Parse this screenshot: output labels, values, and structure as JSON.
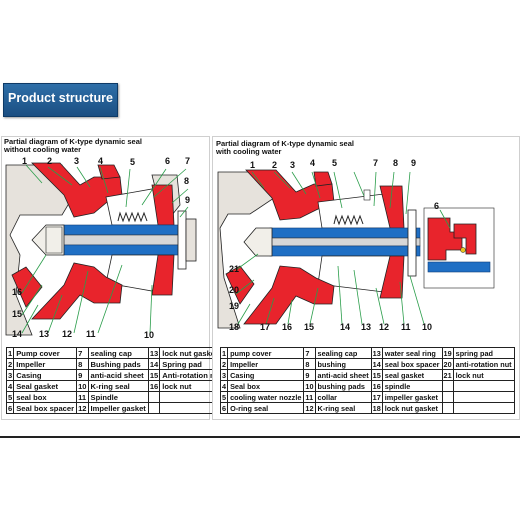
{
  "header": {
    "title": "Product structure"
  },
  "colors": {
    "casing_red": "#e8242c",
    "shaft_blue": "#1f6fc4",
    "leader_green": "#2a9d4a",
    "title_bg": "#1f5a91"
  },
  "left_panel": {
    "caption_line1": "Partial diagram of K-type dynamic seal",
    "caption_line2": "without cooling water",
    "callouts": [
      "1",
      "2",
      "3",
      "4",
      "5",
      "6",
      "7",
      "8",
      "9",
      "10",
      "11",
      "12",
      "13",
      "14",
      "15",
      "16"
    ],
    "legend": [
      [
        {
          "n": "1",
          "t": "Pump cover"
        },
        {
          "n": "7",
          "t": "sealing cap"
        },
        {
          "n": "13",
          "t": "lock nut gasket"
        }
      ],
      [
        {
          "n": "2",
          "t": "Impeller"
        },
        {
          "n": "8",
          "t": "Bushing pads"
        },
        {
          "n": "14",
          "t": "Spring pad"
        }
      ],
      [
        {
          "n": "3",
          "t": "Casing"
        },
        {
          "n": "9",
          "t": "anti-acid sheet"
        },
        {
          "n": "15",
          "t": "Anti-rotation nut"
        }
      ],
      [
        {
          "n": "4",
          "t": "Seal gasket"
        },
        {
          "n": "10",
          "t": "K-ring seal"
        },
        {
          "n": "16",
          "t": "lock nut"
        }
      ],
      [
        {
          "n": "5",
          "t": "seal box"
        },
        {
          "n": "11",
          "t": "Spindle"
        },
        {
          "n": "",
          "t": ""
        }
      ],
      [
        {
          "n": "6",
          "t": "Seal box spacer"
        },
        {
          "n": "12",
          "t": "Impeller gasket"
        },
        {
          "n": "",
          "t": ""
        }
      ]
    ]
  },
  "right_panel": {
    "caption_line1": "Partial diagram of K-type dynamic seal",
    "caption_line2": "with cooling water",
    "callouts": [
      "1",
      "2",
      "3",
      "4",
      "5",
      "6",
      "7",
      "8",
      "9",
      "10",
      "11",
      "12",
      "13",
      "14",
      "15",
      "16",
      "17",
      "18",
      "19",
      "20",
      "21"
    ],
    "legend": [
      [
        {
          "n": "1",
          "t": "pump cover"
        },
        {
          "n": "7",
          "t": "sealing cap"
        },
        {
          "n": "13",
          "t": "water seal ring"
        },
        {
          "n": "19",
          "t": "spring pad"
        }
      ],
      [
        {
          "n": "2",
          "t": "Impeller"
        },
        {
          "n": "8",
          "t": "bushing"
        },
        {
          "n": "14",
          "t": "seal box spacer"
        },
        {
          "n": "20",
          "t": "anti-rotation nut"
        }
      ],
      [
        {
          "n": "3",
          "t": "Casing"
        },
        {
          "n": "9",
          "t": "anti-acid sheet"
        },
        {
          "n": "15",
          "t": "seal gasket"
        },
        {
          "n": "21",
          "t": "lock nut"
        }
      ],
      [
        {
          "n": "4",
          "t": "Seal box"
        },
        {
          "n": "10",
          "t": "bushing pads"
        },
        {
          "n": "16",
          "t": "spindle"
        },
        {
          "n": "",
          "t": ""
        }
      ],
      [
        {
          "n": "5",
          "t": "cooling water nozzle"
        },
        {
          "n": "11",
          "t": "collar"
        },
        {
          "n": "17",
          "t": "impeller gasket"
        },
        {
          "n": "",
          "t": ""
        }
      ],
      [
        {
          "n": "6",
          "t": "O-ring seal"
        },
        {
          "n": "12",
          "t": "K-ring seal"
        },
        {
          "n": "18",
          "t": "lock nut gasket"
        },
        {
          "n": "",
          "t": ""
        }
      ]
    ]
  }
}
